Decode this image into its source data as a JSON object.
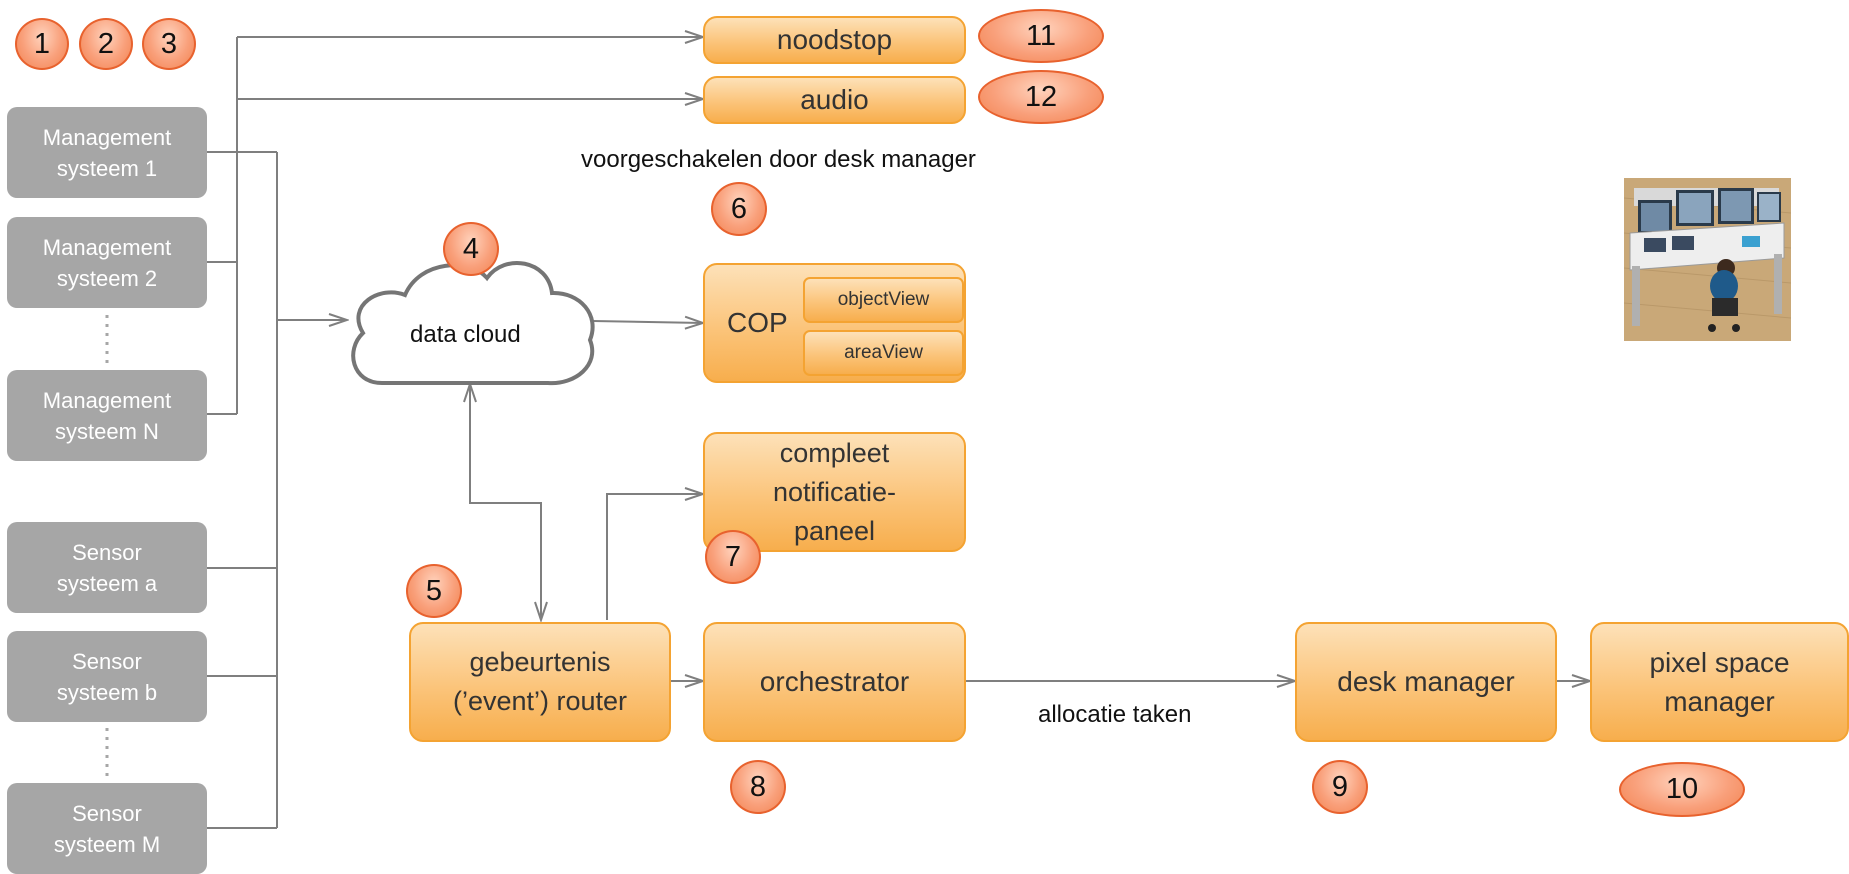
{
  "management_systems": [
    "Management\nsysteem 1",
    "Management\nsysteem 2",
    "Management\nsysteem N"
  ],
  "sensor_systems": [
    "Sensor\nsysteem a",
    "Sensor\nsysteem b",
    "Sensor\nsysteem M"
  ],
  "cloud_label": "data cloud",
  "boxes": {
    "noodstop": "noodstop",
    "audio": "audio",
    "cop": "COP",
    "object_view": "objectView",
    "area_view": "areaView",
    "notification_panel": "compleet\nnotificatie-\npaneel",
    "event_router": "gebeurtenis\n(’event’)  router",
    "orchestrator": "orchestrator",
    "desk_manager": "desk manager",
    "pixel_space_manager": "pixel space\nmanager"
  },
  "labels": {
    "preswitch": "voorgeschakelen door desk manager",
    "allocation": "allocatie taken"
  },
  "badges": [
    "1",
    "2",
    "3",
    "4",
    "5",
    "6",
    "7",
    "8",
    "9",
    "10",
    "11",
    "12"
  ],
  "colors": {
    "gray_box": "#a6a6a6",
    "orange_fill": "#fbc47a",
    "orange_border": "#f4a332",
    "badge_fill": "#f9a07b",
    "badge_border": "#e8622e",
    "line": "#7f7f7f"
  },
  "icons": {
    "workstation": "control-room-desk-icon"
  }
}
